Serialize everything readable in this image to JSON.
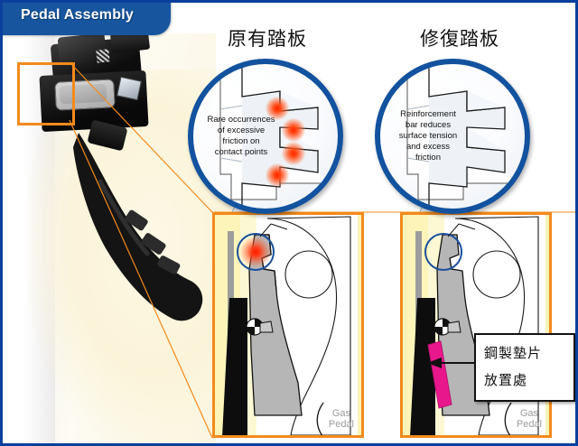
{
  "banner": {
    "title": "Pedal Assembly"
  },
  "colors": {
    "frame_blue": "#0b3f9e",
    "banner_blue": "#17569f",
    "magnifier_ring_blue": "#12529e",
    "panel_border_orange": "#f28a1c",
    "panel_fill_yellow": "#fcf4b8",
    "shim_magenta": "#e8188c",
    "hotspot_red": "#ff2400",
    "label_gray": "#9a9a9a"
  },
  "headings": {
    "left": "原有踏板",
    "right": "修復踏板"
  },
  "magnifiers": {
    "left": {
      "caption": "Rare occurrences of excessive friction on contact points",
      "caption_lines": [
        "Rare occurrences",
        "of excessive",
        "friction on",
        "contact points"
      ],
      "hotspot_count": 4
    },
    "right": {
      "caption": "Reinforcement bar reduces surface tension and excess friction",
      "caption_lines": [
        "Reinforcement",
        "bar reduces",
        "surface tension",
        "and excess",
        "friction"
      ],
      "hotspot_count": 0
    }
  },
  "panels": {
    "left": {
      "gas_label_line1": "Gas",
      "gas_label_line2": "Pedal"
    },
    "right": {
      "gas_label_line1": "Gas",
      "gas_label_line2": "Pedal"
    }
  },
  "callout": {
    "line1": "鋼製墊片",
    "line2": "放置處"
  },
  "icons": {
    "hotspot": "red-glow-icon",
    "focus_ring": "magnifier-circle-icon",
    "pointer": "arrow-left-icon",
    "highlight_box": "crop-box-icon"
  }
}
